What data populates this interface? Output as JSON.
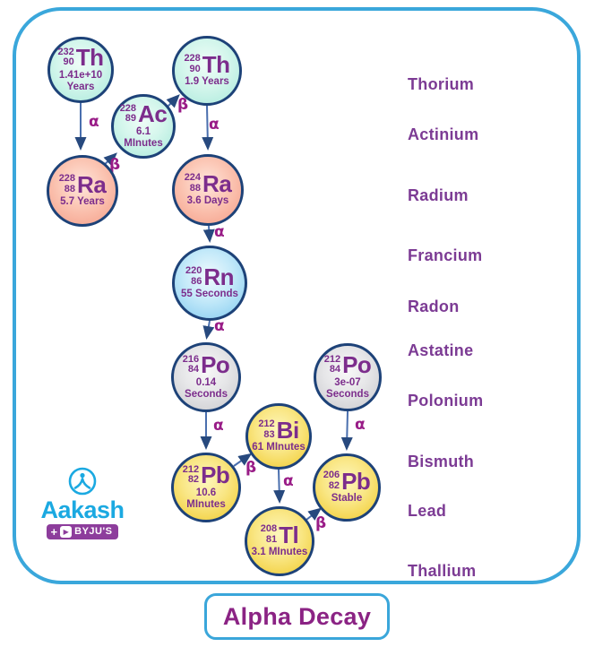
{
  "title": "Alpha Decay",
  "elements": [
    "Thorium",
    "Actinium",
    "Radium",
    "Francium",
    "Radon",
    "Astatine",
    "Polonium",
    "Bismuth",
    "Lead",
    "Thallium"
  ],
  "nodes": [
    {
      "mass": "232",
      "z": "90",
      "symbol": "Th",
      "life1": "1.41e+10",
      "life2": "Years",
      "color": "teal"
    },
    {
      "mass": "228",
      "z": "89",
      "symbol": "Ac",
      "life1": "6.1",
      "life2": "MInutes",
      "color": "teal"
    },
    {
      "mass": "228",
      "z": "90",
      "symbol": "Th",
      "life1": "1.9 Years",
      "color": "teal"
    },
    {
      "mass": "228",
      "z": "88",
      "symbol": "Ra",
      "life1": "5.7 Years",
      "color": "salmon"
    },
    {
      "mass": "224",
      "z": "88",
      "symbol": "Ra",
      "life1": "3.6 Days",
      "color": "salmon"
    },
    {
      "mass": "220",
      "z": "86",
      "symbol": "Rn",
      "life1": "55 Seconds",
      "color": "blue"
    },
    {
      "mass": "216",
      "z": "84",
      "symbol": "Po",
      "life1": "0.14",
      "life2": "Seconds",
      "color": "gray"
    },
    {
      "mass": "212",
      "z": "84",
      "symbol": "Po",
      "life1": "3e-07",
      "life2": "Seconds",
      "color": "gray"
    },
    {
      "mass": "212",
      "z": "83",
      "symbol": "Bi",
      "life1": "61 MInutes",
      "color": "yellow"
    },
    {
      "mass": "212",
      "z": "82",
      "symbol": "Pb",
      "life1": "10.6",
      "life2": "MInutes",
      "color": "yellow"
    },
    {
      "mass": "206",
      "z": "82",
      "symbol": "Pb",
      "life1": "Stable",
      "color": "yellow"
    },
    {
      "mass": "208",
      "z": "81",
      "symbol": "Tl",
      "life1": "3.1 MInutes",
      "color": "yellow"
    }
  ],
  "decays": [
    {
      "from": "Th-232",
      "to": "Ra-228",
      "type": "α"
    },
    {
      "from": "Ra-228",
      "to": "Ac-228",
      "type": "β"
    },
    {
      "from": "Ac-228",
      "to": "Th-228",
      "type": "β"
    },
    {
      "from": "Th-228",
      "to": "Ra-224",
      "type": "α"
    },
    {
      "from": "Ra-224",
      "to": "Rn-220",
      "type": "α"
    },
    {
      "from": "Rn-220",
      "to": "Po-216",
      "type": "α"
    },
    {
      "from": "Po-216",
      "to": "Pb-212",
      "type": "α"
    },
    {
      "from": "Pb-212",
      "to": "Bi-212",
      "type": "β"
    },
    {
      "from": "Bi-212",
      "to": "Tl-208",
      "type": "α"
    },
    {
      "from": "Tl-208",
      "to": "Pb-206",
      "type": "β"
    },
    {
      "from": "Po-212",
      "to": "Pb-206",
      "type": "α"
    }
  ],
  "logo": {
    "brand": "Aakash",
    "plus": "+",
    "play": "▶",
    "sub": "BYJU'S"
  },
  "colors": {
    "frame_border": "#3aa7db",
    "node_border": "#1d4278",
    "node_text": "#7c2d8c",
    "element_label": "#7c3b94",
    "decay_label": "#991c87",
    "arrow": "#2d5291",
    "node_teal": "#a9e9db",
    "node_salmon": "#f59c86",
    "node_blue": "#7fc9ef",
    "node_gray": "#c8c8cc",
    "node_yellow": "#f0c929",
    "logo_blue": "#1ba9e1",
    "badge_purple": "#8d3d9c",
    "title_text": "#8b2384"
  }
}
